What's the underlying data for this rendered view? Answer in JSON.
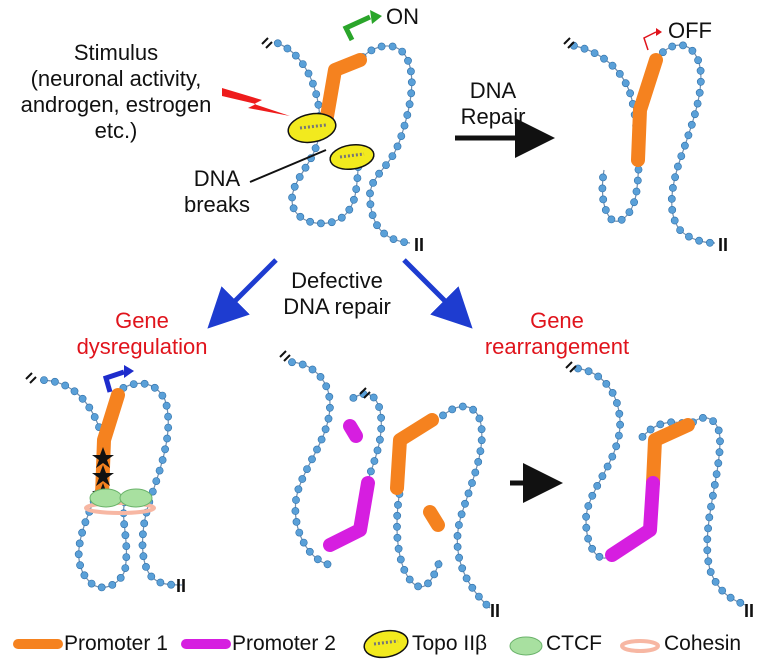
{
  "stimulus": {
    "lines": [
      "Stimulus",
      "(neuronal activity,",
      "androgen, estrogen",
      "etc.)"
    ]
  },
  "on_label": "ON",
  "off_label": "OFF",
  "dna_breaks": [
    "DNA",
    "breaks"
  ],
  "dna_repair": [
    "DNA",
    "Repair"
  ],
  "defective_repair": [
    "Defective",
    "DNA repair"
  ],
  "gene_dysregulation": [
    "Gene",
    "dysregulation"
  ],
  "gene_rearrangement": [
    "Gene",
    "rearrangement"
  ],
  "chromosome_end": "II",
  "legend": {
    "promoter1": "Promoter 1",
    "promoter2": "Promoter 2",
    "topo": "Topo IIβ",
    "ctcf": "CTCF",
    "cohesin": "Cohesin"
  },
  "colors": {
    "promoter1": "#f5821f",
    "promoter2": "#d61ee0",
    "topo": "#f2ea1e",
    "ctcf": "#a8e0a0",
    "cohesin": "#f7b7a3",
    "dna_bead": "#5aa0d8",
    "on_arrow": "#2aa52a",
    "off_arrow": "#e0141c",
    "dysreg_arrow": "#1e2ccc",
    "flow_arrow_blue": "#1e3cd0",
    "stimulus_bolt": "#ee1c1c"
  }
}
